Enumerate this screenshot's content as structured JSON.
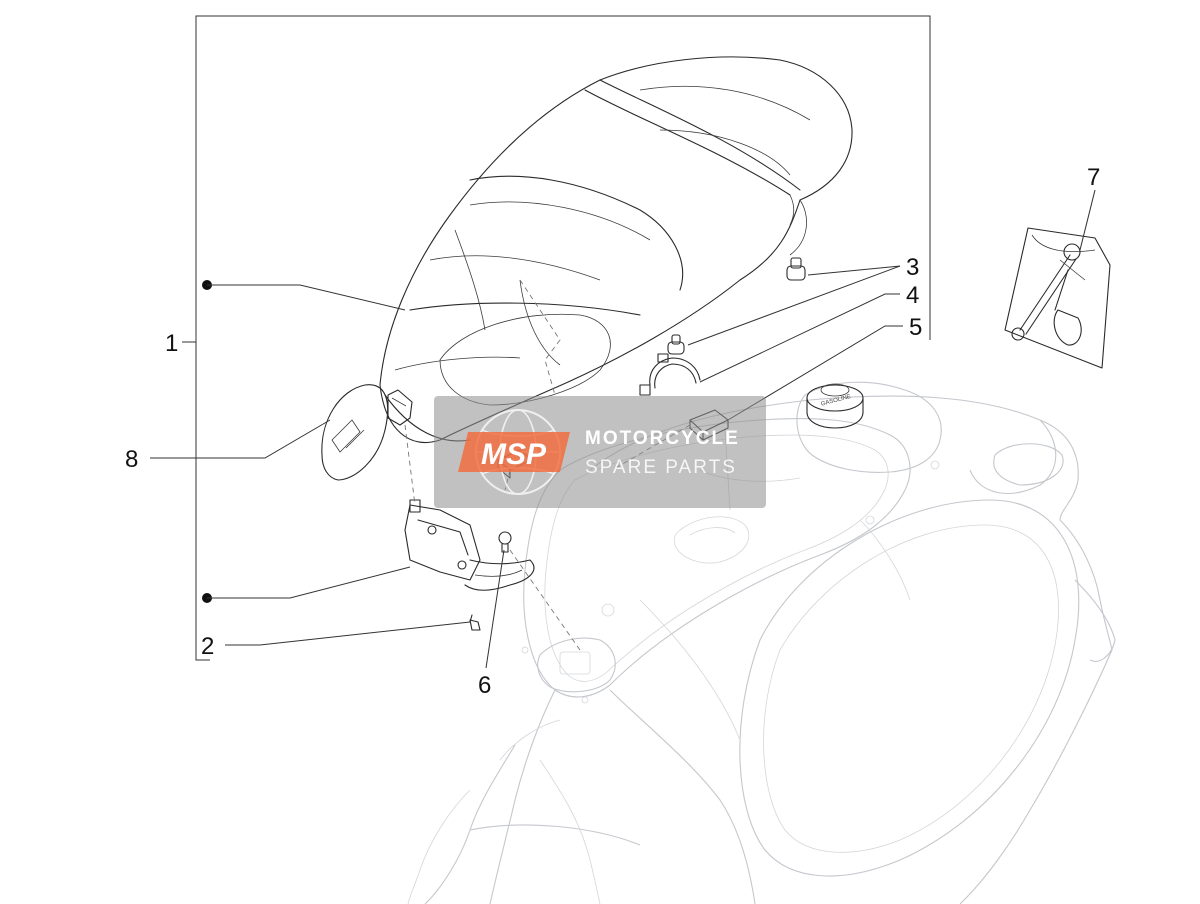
{
  "diagram": {
    "callouts": [
      {
        "id": "1",
        "label": "1"
      },
      {
        "id": "2",
        "label": "2"
      },
      {
        "id": "3",
        "label": "3"
      },
      {
        "id": "4",
        "label": "4"
      },
      {
        "id": "5",
        "label": "5"
      },
      {
        "id": "6",
        "label": "6"
      },
      {
        "id": "7",
        "label": "7"
      },
      {
        "id": "8",
        "label": "8"
      }
    ],
    "tank_cap_label": "GASOLINE"
  },
  "watermark": {
    "logo_text": "MSP",
    "line1": "MOTORCYCLE",
    "line2": "SPARE PARTS",
    "accent_color": "#f26a3c",
    "panel_color": "#8e8e8e"
  },
  "colors": {
    "line": "#2a2a2a",
    "frame": "#c4c7cc"
  }
}
